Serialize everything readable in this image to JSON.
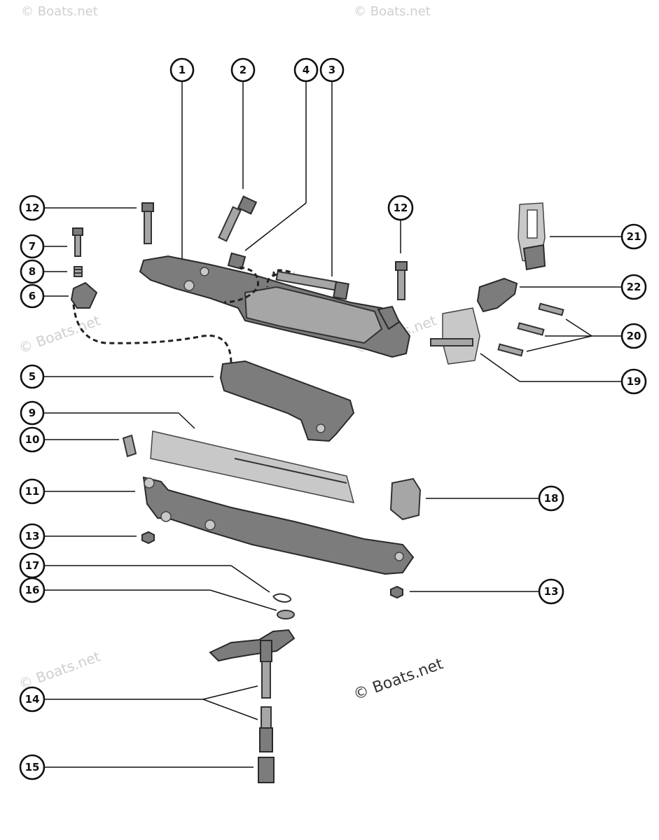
{
  "watermark": {
    "text": "© Boats.net",
    "text_faint": "© Boats.net"
  },
  "callouts": {
    "c1": "1",
    "c2": "2",
    "c3": "3",
    "c4": "4",
    "c5": "5",
    "c6": "6",
    "c7": "7",
    "c8": "8",
    "c9": "9",
    "c10": "10",
    "c11": "11",
    "c12a": "12",
    "c12b": "12",
    "c13a": "13",
    "c13b": "13",
    "c14": "14",
    "c15": "15",
    "c16": "16",
    "c17": "17",
    "c18": "18",
    "c19": "19",
    "c20": "20",
    "c21": "21",
    "c22": "22"
  },
  "colors": {
    "ink": "#111111",
    "part_dark": "#7c7c7c",
    "part_mid": "#a6a6a6",
    "part_light": "#c8c8c8",
    "background": "#ffffff"
  }
}
